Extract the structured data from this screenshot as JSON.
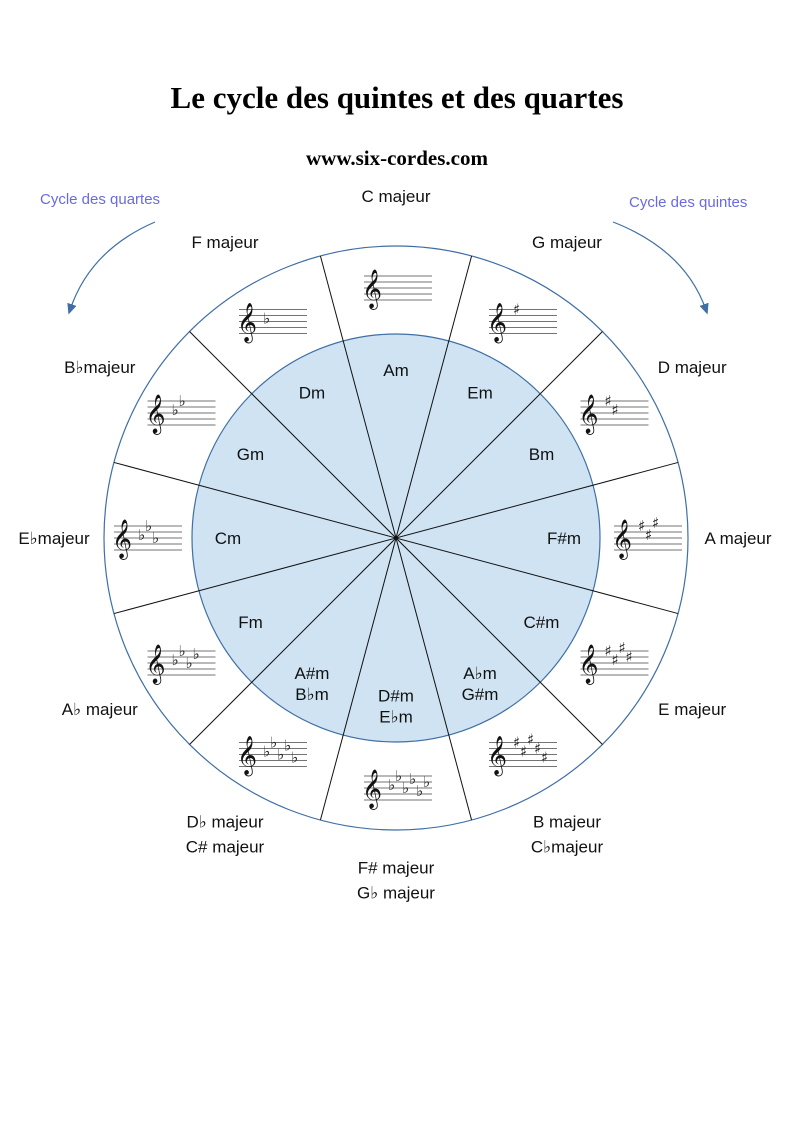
{
  "title": "Le cycle des quintes et des quartes",
  "site": "www.six-cordes.com",
  "cycle_fourths": "Cycle des quartes",
  "cycle_fifths": "Cycle des quintes",
  "colors": {
    "inner_fill": "#cfe3f2",
    "circle_stroke": "#3f6fa6",
    "arrow": "#3f6fa6",
    "cycle_text": "#6a6ae0"
  },
  "sectors": [
    {
      "major": [
        "C majeur"
      ],
      "minor": [
        "Am"
      ],
      "acc_type": "none",
      "acc_count": 0
    },
    {
      "major": [
        "G majeur"
      ],
      "minor": [
        "Em"
      ],
      "acc_type": "sharp",
      "acc_count": 1
    },
    {
      "major": [
        "D majeur"
      ],
      "minor": [
        "Bm"
      ],
      "acc_type": "sharp",
      "acc_count": 2
    },
    {
      "major": [
        "A majeur"
      ],
      "minor": [
        "F#m"
      ],
      "acc_type": "sharp",
      "acc_count": 3
    },
    {
      "major": [
        "E majeur"
      ],
      "minor": [
        "C#m"
      ],
      "acc_type": "sharp",
      "acc_count": 4
    },
    {
      "major": [
        "B majeur",
        "C♭majeur"
      ],
      "minor": [
        "A♭m",
        "G#m"
      ],
      "acc_type": "sharp",
      "acc_count": 5
    },
    {
      "major": [
        "F# majeur",
        "G♭ majeur"
      ],
      "minor": [
        "D#m",
        "E♭m"
      ],
      "acc_type": "flat",
      "acc_count": 6
    },
    {
      "major": [
        "D♭ majeur",
        "C# majeur"
      ],
      "minor": [
        "A#m",
        "B♭m"
      ],
      "acc_type": "flat",
      "acc_count": 5
    },
    {
      "major": [
        "A♭ majeur"
      ],
      "minor": [
        "Fm"
      ],
      "acc_type": "flat",
      "acc_count": 4
    },
    {
      "major": [
        "E♭majeur"
      ],
      "minor": [
        "Cm"
      ],
      "acc_type": "flat",
      "acc_count": 3
    },
    {
      "major": [
        "B♭majeur"
      ],
      "minor": [
        "Gm"
      ],
      "acc_type": "flat",
      "acc_count": 2
    },
    {
      "major": [
        "F majeur"
      ],
      "minor": [
        "Dm"
      ],
      "acc_type": "flat",
      "acc_count": 1
    }
  ]
}
